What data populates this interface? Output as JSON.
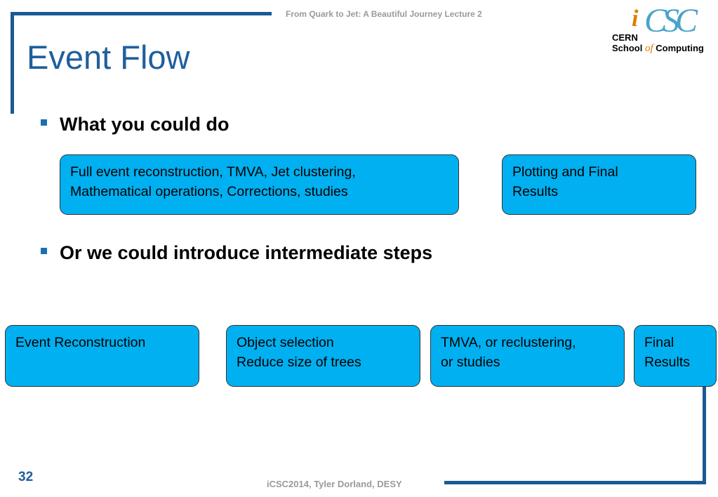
{
  "header": {
    "lecture_title": "From Quark to Jet: A Beautiful Journey Lecture 2"
  },
  "logo": {
    "i": "i",
    "csc": "CSC",
    "line1": "CERN",
    "school": "School",
    "of": "of",
    "computing": "Computing"
  },
  "slide": {
    "title": "Event Flow",
    "bullets": [
      "What you could do",
      "Or we could introduce intermediate steps"
    ],
    "row1": [
      {
        "lines": [
          "Full event reconstruction, TMVA, Jet clustering,",
          "Mathematical operations, Corrections, studies"
        ]
      },
      {
        "lines": [
          "Plotting and Final",
          "Results"
        ]
      }
    ],
    "row2": [
      {
        "lines": [
          "Event Reconstruction"
        ]
      },
      {
        "lines": [
          "Object selection",
          "Reduce size of trees"
        ]
      },
      {
        "lines": [
          "TMVA, or reclustering,",
          "or studies"
        ]
      },
      {
        "lines": [
          "Final",
          "Results"
        ]
      }
    ]
  },
  "footer": {
    "page_number": "32",
    "credit": "iCSC2014, Tyler Dorland, DESY"
  },
  "colors": {
    "accent": "#1f5f9c",
    "box_fill": "#00b0f0",
    "frame": "#1a5a94"
  }
}
